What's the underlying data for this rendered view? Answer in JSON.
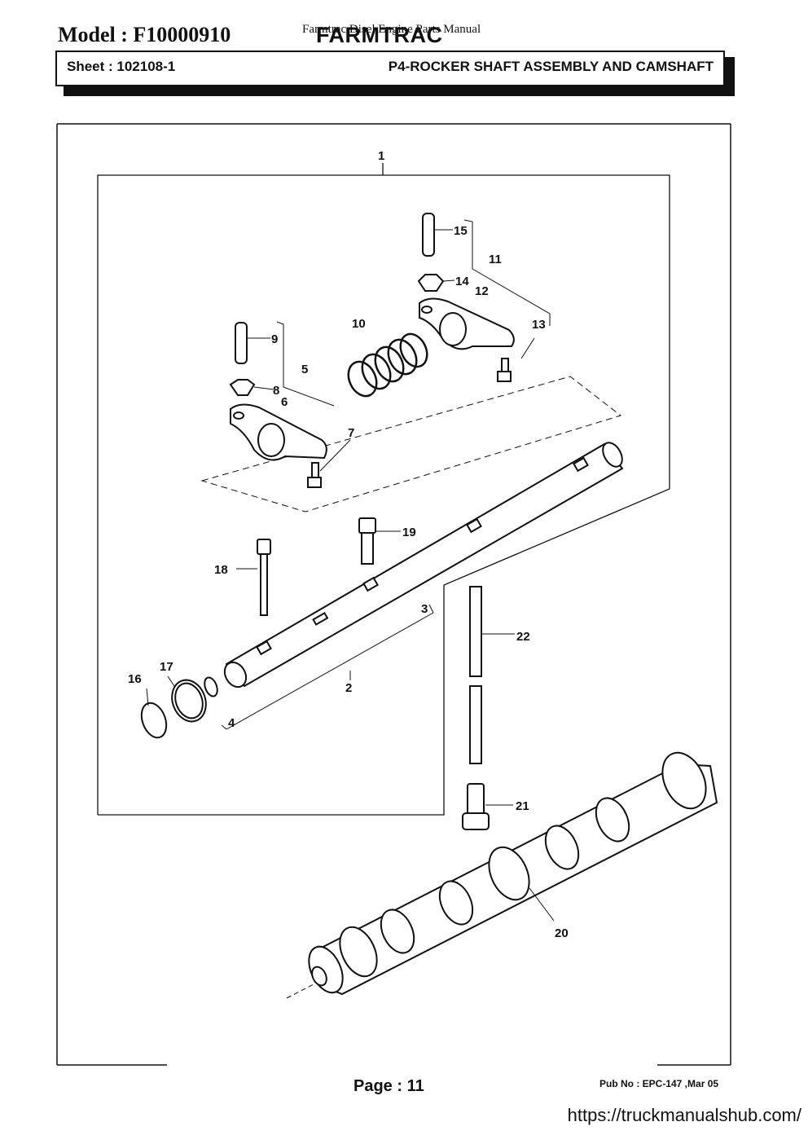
{
  "header": {
    "model": "Model : F10000910",
    "overlay_title": "Farmtrac Disel Engine Parts Manual",
    "brand": "FARMTRAC",
    "sheet": "Sheet : 102108-1",
    "title": "P4-ROCKER SHAFT ASSEMBLY AND CAMSHAFT"
  },
  "diagram": {
    "part_labels": [
      "1",
      "2",
      "3",
      "4",
      "5",
      "6",
      "7",
      "8",
      "9",
      "10",
      "11",
      "12",
      "13",
      "14",
      "15",
      "16",
      "17",
      "18",
      "19",
      "20",
      "21",
      "22"
    ]
  },
  "footer": {
    "page": "Page : 11",
    "pub": "Pub No : EPC-147 ,Mar 05",
    "url": "https://truckmanualshub.com/"
  }
}
